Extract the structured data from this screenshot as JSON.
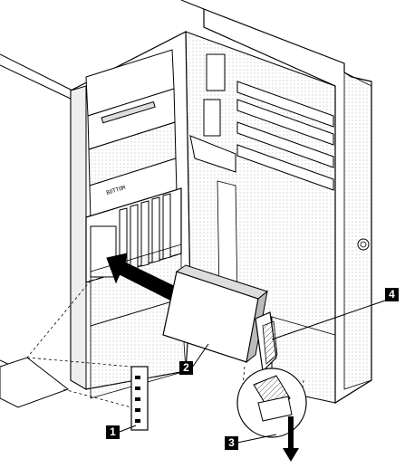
{
  "callouts": [
    {
      "id": "1",
      "label": "1"
    },
    {
      "id": "2",
      "label": "2"
    },
    {
      "id": "3",
      "label": "3"
    },
    {
      "id": "4",
      "label": "4"
    }
  ],
  "bay_label": "BOTTOM",
  "colors": {
    "line": "#000000",
    "fill_light": "#f0f0f0",
    "arrow": "#000000"
  }
}
